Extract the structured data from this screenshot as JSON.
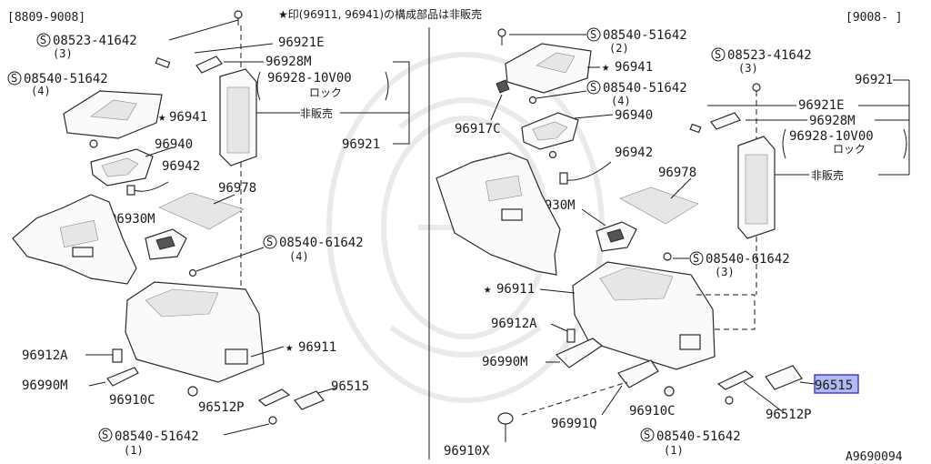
{
  "header": {
    "left_range": "[8809-9008]",
    "right_range": "[9008-  ]",
    "note": "★印(96911, 96941)の構成部品は非販売",
    "figure_code": "A9690094"
  },
  "labels_left": {
    "s_08523_41642": "08523-41642",
    "q3": "(3)",
    "s_08540_51642_a": "08540-51642",
    "q4": "(4)",
    "p96941": "96941",
    "p96940": "96940",
    "p96942": "96942",
    "p96978": "96978",
    "p96930M": "96930M",
    "s_08540_61642": "08540-61642",
    "q4b": "(4)",
    "p96921E": "96921E",
    "p96928M": "96928M",
    "lock_code": "96928-10V00",
    "lock": "ロック",
    "hanbai": "非販売",
    "p96921": "96921",
    "p96911": "96911",
    "p96912A": "96912A",
    "p96990M": "96990M",
    "p96910C": "96910C",
    "p96512P": "96512P",
    "p96515": "96515",
    "s_08540_51642_b": "08540-51642",
    "q1": "(1)"
  },
  "labels_right": {
    "s_08540_51642_a": "08540-51642",
    "q2": "(2)",
    "p96941": "96941",
    "s_08540_51642_b": "08540-51642",
    "q4": "(4)",
    "p96917C": "96917C",
    "p96940": "96940",
    "p96942": "96942",
    "s_08523_41642": "08523-41642",
    "q3": "(3)",
    "p96921": "96921",
    "p96921E": "96921E",
    "p96928M": "96928M",
    "lock_code": "96928-10V00",
    "lock": "ロック",
    "hanbai": "非販売",
    "p96978": "96978",
    "p96930M": "96930M",
    "s_08540_61642": "08540-61642",
    "q3b": "(3)",
    "p96911": "96911",
    "p96912A": "96912A",
    "p96990M": "96990M",
    "p96910C": "96910C",
    "p96515": "96515",
    "p96512P": "96512P",
    "p96991Q": "96991Q",
    "s_08540_51642_c": "08540-51642",
    "q1": "(1)",
    "p96910X": "96910X"
  },
  "symbols": {
    "star": "★",
    "s_mark": "S"
  }
}
